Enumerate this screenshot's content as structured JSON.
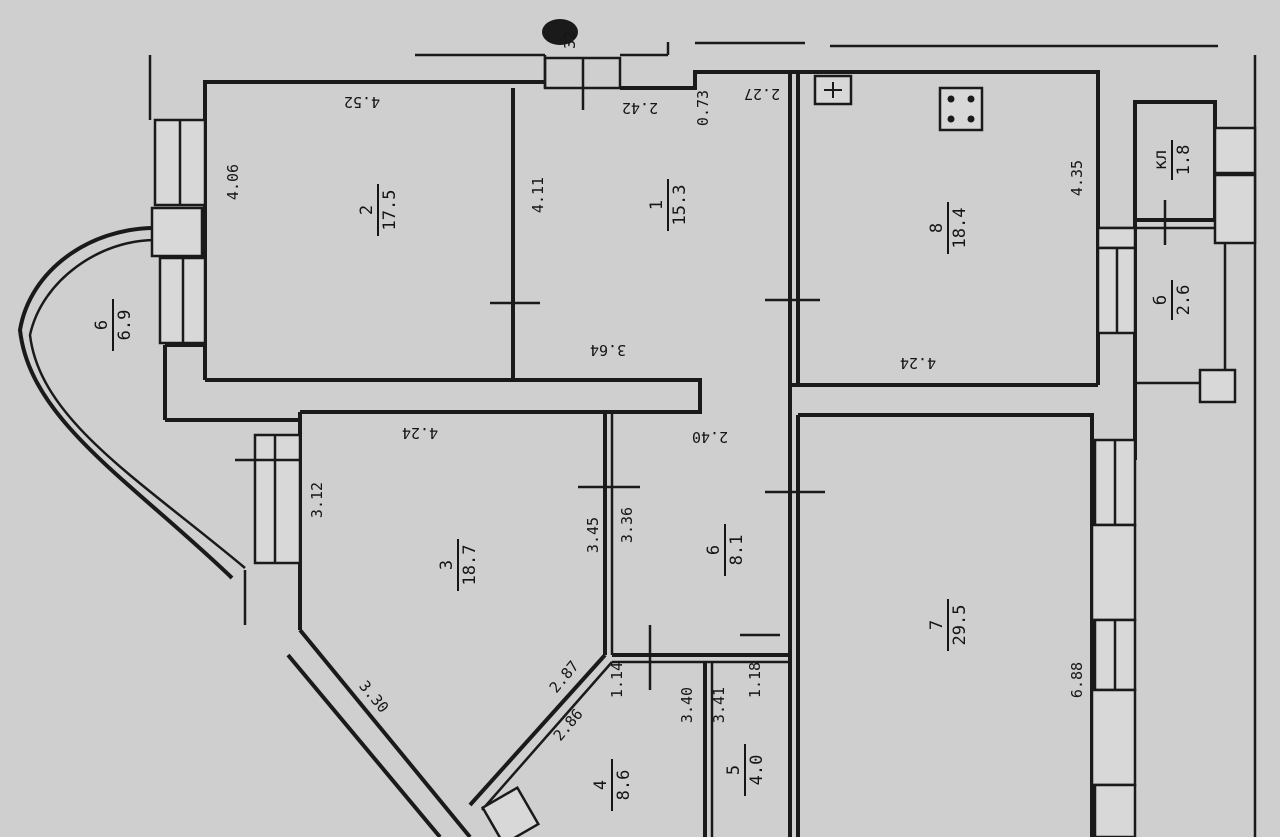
{
  "plan": {
    "rooms": [
      {
        "id": "1",
        "number": "1",
        "area": "15.3"
      },
      {
        "id": "2",
        "number": "2",
        "area": "17.5"
      },
      {
        "id": "3",
        "number": "3",
        "area": "18.7"
      },
      {
        "id": "4",
        "number": "4",
        "area": "8.6"
      },
      {
        "id": "5",
        "number": "5",
        "area": "4.0"
      },
      {
        "id": "6",
        "number": "6",
        "area": "6.9"
      },
      {
        "id": "7",
        "number": "7",
        "area": "29.5"
      },
      {
        "id": "8",
        "number": "8",
        "area": "18.4"
      },
      {
        "id": "hall",
        "number": "6",
        "area": "8.1"
      },
      {
        "id": "b",
        "number": "б",
        "area": "2.6"
      },
      {
        "id": "kl",
        "number": "кл",
        "area": "1.8"
      }
    ],
    "dimensions": [
      "4.52",
      "2.42",
      "0.73",
      "2.27",
      "4.06",
      "4.11",
      "3.64",
      "4.35",
      "4.24",
      "4.24",
      "2.40",
      "3.12",
      "3.45",
      "3.36",
      "2.87",
      "2.86",
      "1.14",
      "3.30",
      "3.40",
      "3.41",
      "1.18",
      "6.88",
      "32"
    ]
  }
}
